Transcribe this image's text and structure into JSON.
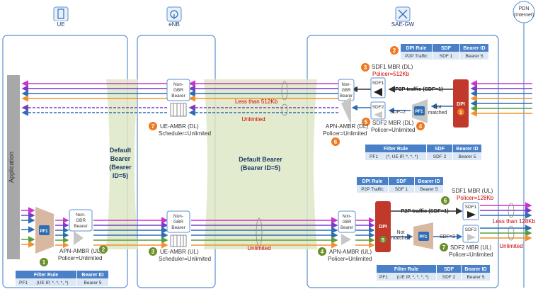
{
  "nodes": {
    "ue": {
      "label": "UE",
      "icon": "phone-icon"
    },
    "enb": {
      "label": "eNB",
      "icon": "antenna-icon"
    },
    "sgw": {
      "label": "SAE-GW",
      "icon": "gateway-icon"
    },
    "pdn": {
      "line1": "PDN",
      "line2": "(Internet)"
    }
  },
  "application_label": "Application",
  "default_bearer_ue_enb": [
    "Default",
    "Bearer",
    "(Bearer",
    "ID=5)"
  ],
  "default_bearer_enb_gw": [
    "Default Bearer",
    "(Bearer ID=5)"
  ],
  "non_gbr_bearer": [
    "Non-",
    "GBR",
    "Bearer"
  ],
  "dpi_label": "DPI",
  "pf1_label": "PF1",
  "sdf1_label": "SDF1",
  "sdf2_label": "SDF2",
  "downlink": {
    "dpi_table": {
      "headers": [
        "DPI Rule",
        "SDF",
        "Bearer ID"
      ],
      "row": [
        "P2P Traffic",
        "SDF 1",
        "Bearer 5"
      ]
    },
    "sdf1_mbr": [
      "SDF1 MBR (DL)",
      "Policer=512Kb"
    ],
    "sdf2_mbr": [
      "SDF2 MBR (DL)",
      "Policer=Unlimited"
    ],
    "apn_ambr": [
      "APN-AMBR (DL)",
      "Policer=Unlimited"
    ],
    "ue_ambr": [
      "UE-AMBR (DL)",
      "Scheduler=Unlimited"
    ],
    "p2p_traffic": "P2P traffic (SDF=1)",
    "sdf2_flow": "SDF=2",
    "not_matched": [
      "Not",
      "matched"
    ],
    "less_than": "Less than 512Kb",
    "unlimited": "Unlimited",
    "filter_table": {
      "headers": [
        "Filter Rule",
        "SDF",
        "Bearer ID"
      ],
      "row": [
        "PF1",
        "(*, UE IP, *, *, *)",
        "SDF 2",
        "Bearer 5"
      ]
    }
  },
  "uplink": {
    "dpi_table": {
      "headers": [
        "DPI Rule",
        "SDF",
        "Bearer ID"
      ],
      "row": [
        "P2P Traffic",
        "SDF 1",
        "Bearer 5"
      ]
    },
    "sdf1_mbr": [
      "SDF1 MBR (UL)",
      "Policer=128Kb"
    ],
    "sdf2_mbr": [
      "SDF2 MBR (UL)",
      "Policer=Unlimited"
    ],
    "apn_ambr_ue": [
      "APN-AMBR (UL)",
      "Policer=Unlimited"
    ],
    "ue_ambr": [
      "UE-AMBR (UL)",
      "Scheduler=Unlimited"
    ],
    "apn_ambr_gw": [
      "APN-AMBR (UL)",
      "Policer=Unlimited"
    ],
    "p2p_traffic": "P2P traffic (SDF=1)",
    "sdf2_flow": "SDF=2",
    "not_matched": [
      "Not",
      "matched"
    ],
    "less_than": "Less than 128Kb",
    "unlimited": "Unlimited",
    "unlimited_out": "Unlimited",
    "ue_filter_table": {
      "headers": [
        "Filter Rule",
        "Bearer ID"
      ],
      "row": [
        "PF1",
        "(UE IP, *, *, *, *)",
        "Bearer 5"
      ]
    },
    "gw_filter_table": {
      "headers": [
        "Filter Rule",
        "SDF",
        "Bearer ID"
      ],
      "row": [
        "PF1",
        "(UE IP, *, *, *, *)",
        "SDF 2",
        "Bearer 5"
      ]
    }
  },
  "steps": {
    "s1": "1",
    "s2": "2",
    "s3": "3",
    "s4": "4",
    "s5": "5",
    "s6": "6",
    "s7": "7"
  },
  "colors": {
    "magenta": "#cc33cc",
    "purple": "#7a3cc8",
    "blue": "#2e6db4",
    "green": "#5a9e3a",
    "orange": "#f0922f",
    "dpi_red": "#c0392b",
    "orange_step": "#f07820",
    "green_step": "#6a8f2a",
    "table_header": "#4a80c8",
    "table_row": "#dce8f6",
    "box_border": "#5b8fcf",
    "bearer_fill": "#dde8c4"
  }
}
